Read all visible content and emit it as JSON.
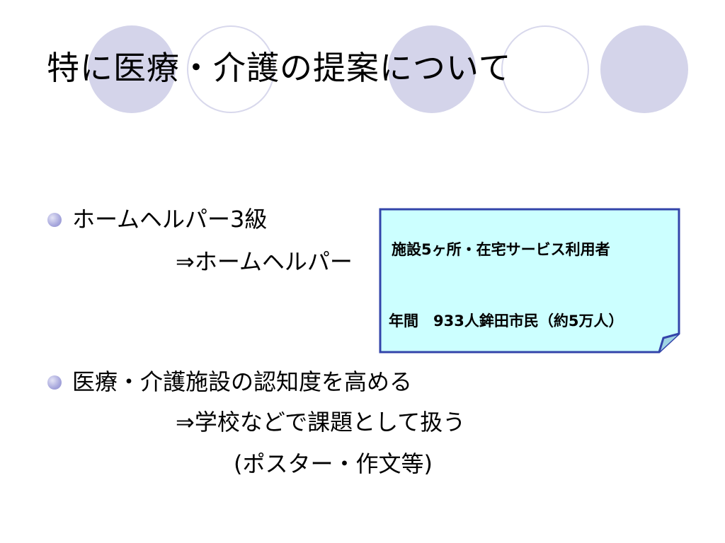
{
  "colors": {
    "circle_fill": "#d4d4ea",
    "circle_outline": "#d8d8ec",
    "bullet": "#a7a7dc",
    "note_fill": "#ccffff",
    "note_border": "#3344aa"
  },
  "slide": {
    "title": "特に医療・介護の提案について",
    "bullets": [
      {
        "main": "ホームヘルパー3級",
        "sub": "⇒ホームヘルパー"
      },
      {
        "main": "医療・介護施設の認知度を高める",
        "sub": "⇒学校などで課題として扱う",
        "sub2": "(ポスター・作文等)"
      }
    ],
    "note": {
      "line1": "施設5ヶ所・在宅サービス利用者",
      "line2": "年間　933人鉾田市民（約5万人）"
    }
  }
}
